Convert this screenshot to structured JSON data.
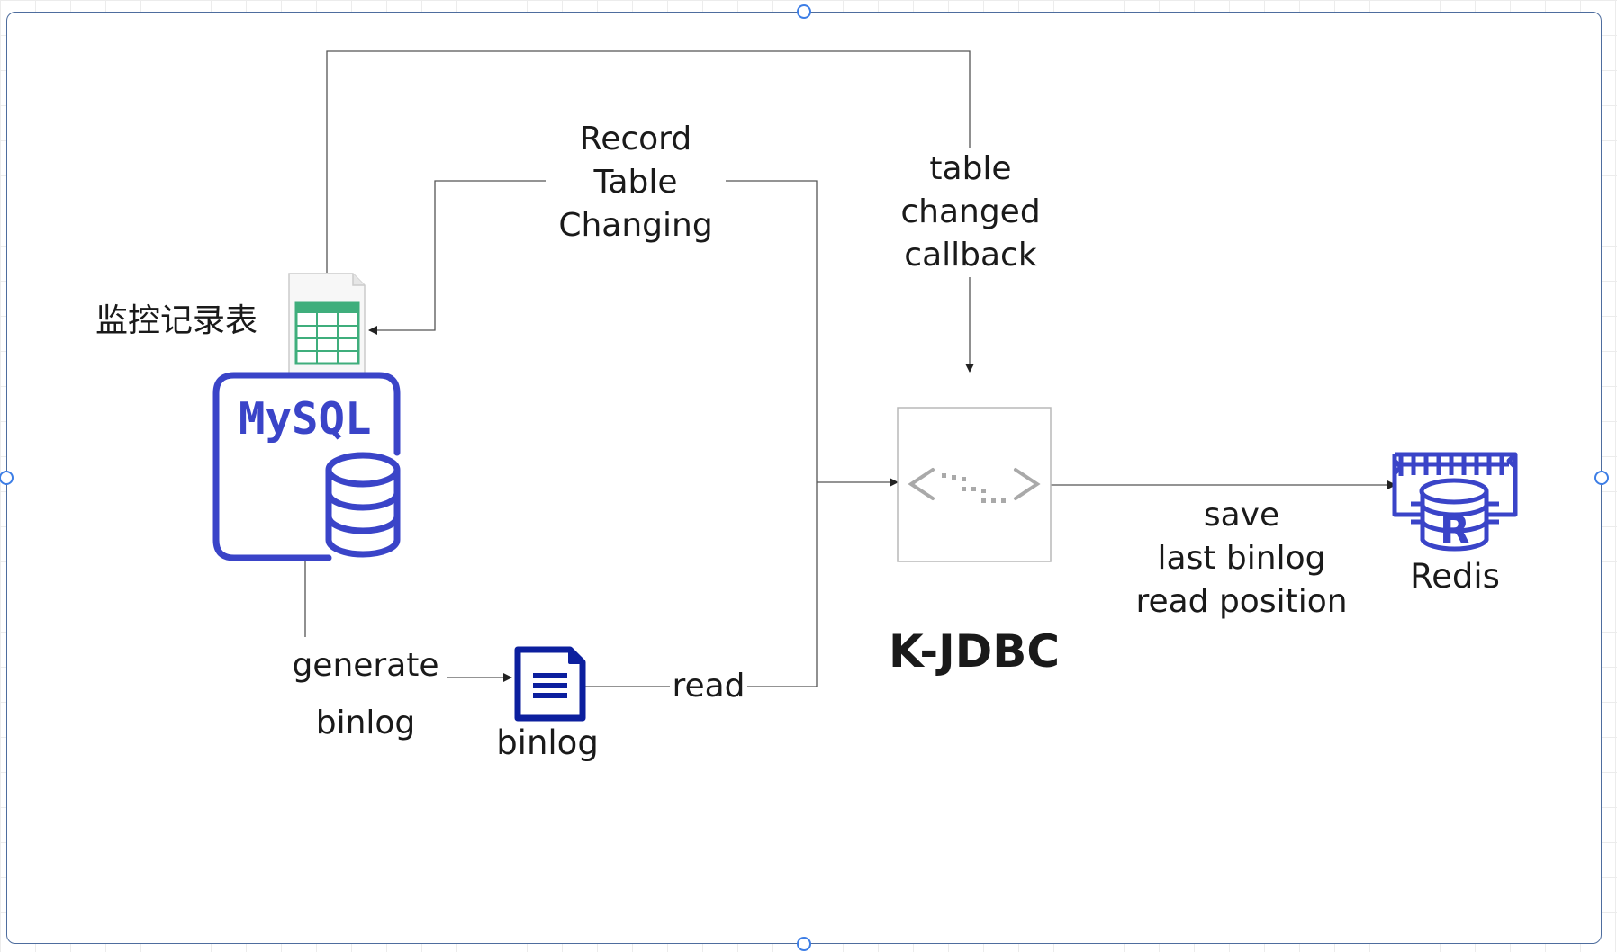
{
  "nodes": {
    "monitor_table_label": "监控记录表",
    "mysql_text": "MySQL",
    "binlog_label": "binlog",
    "kjdbc_label": "K-JDBC",
    "redis_letter": "R",
    "redis_label": "Redis"
  },
  "edges": {
    "record_table_changing": "Record\nTable\nChanging",
    "table_changed_callback": "table\nchanged\ncallback",
    "generate_binlog": "generate\nbinlog",
    "read": "read",
    "save_position": "save\nlast binlog\nread position"
  },
  "colors": {
    "mysql_blue": "#3a44c8",
    "binlog_navy": "#0c1f9e",
    "sheet_green": "#3fae7c",
    "frame_border": "#4e6d9e",
    "handle_blue": "#3d7ee6",
    "edge": "#333333"
  }
}
